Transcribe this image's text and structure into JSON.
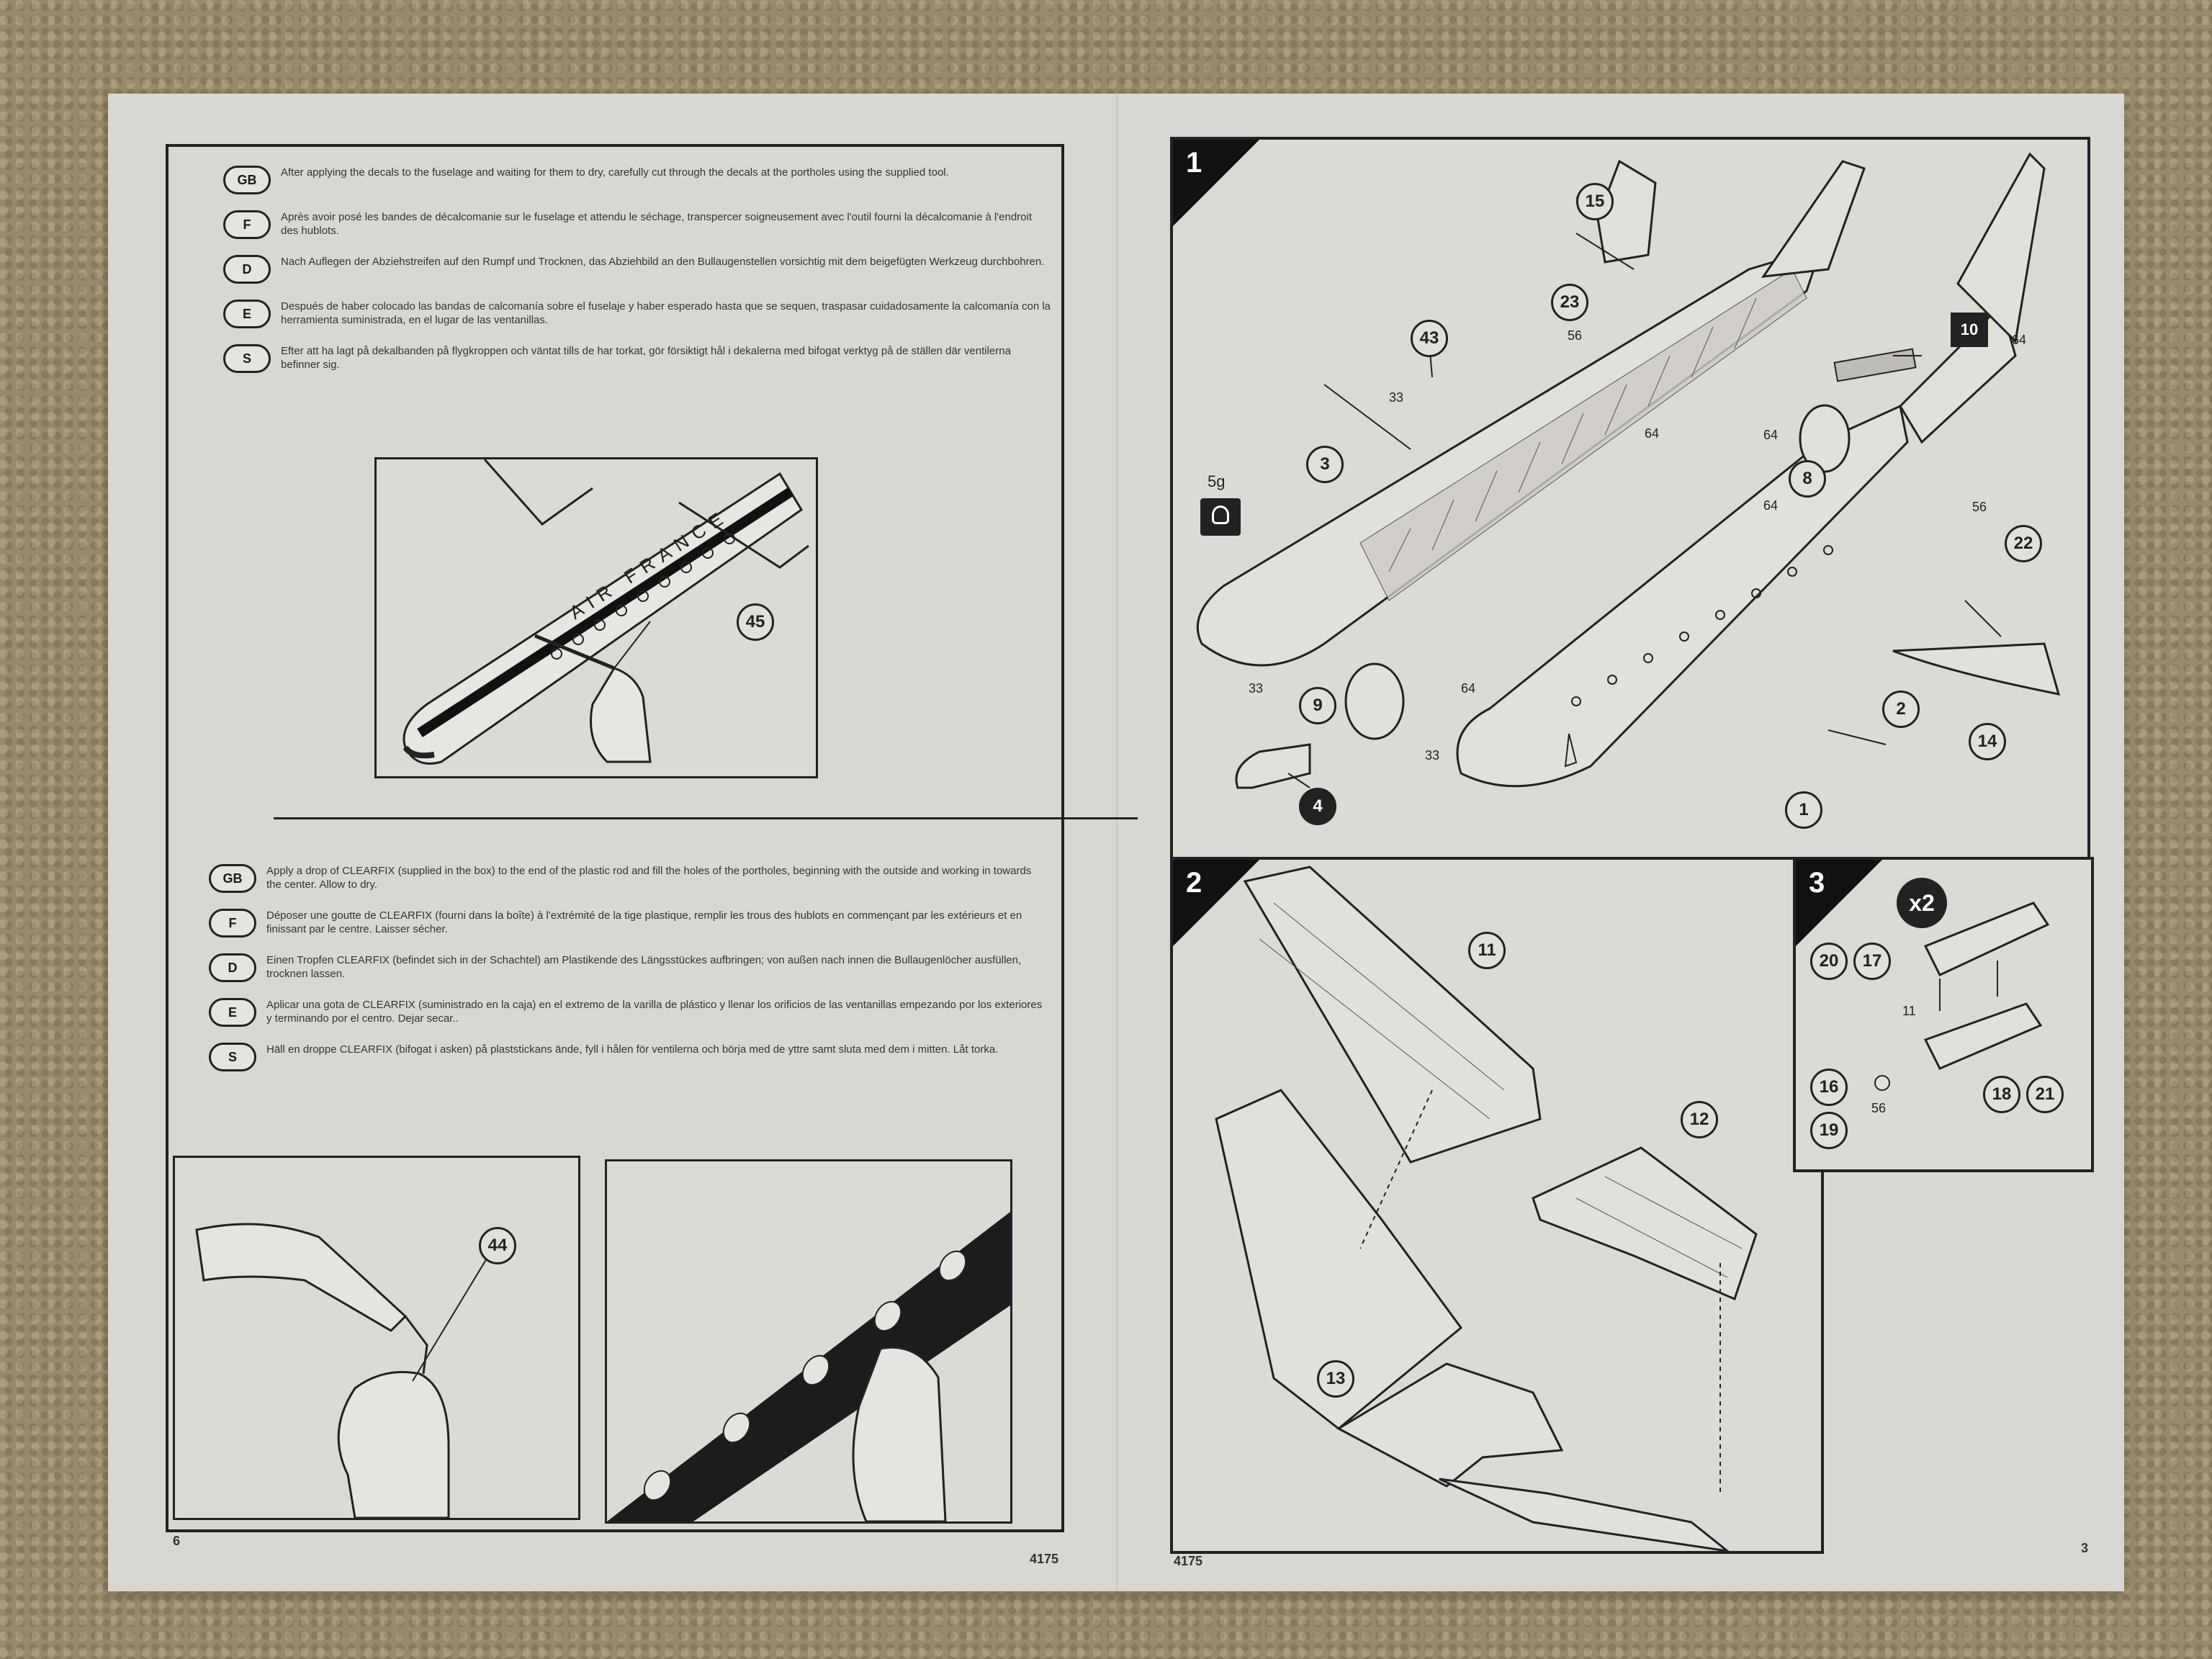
{
  "left_page": {
    "section1": [
      {
        "lang": "GB",
        "text": "After applying the decals to the fuselage and waiting for them to dry, carefully cut through the decals at the portholes using the supplied tool."
      },
      {
        "lang": "F",
        "text": "Après avoir posé les bandes de décalcomanie sur le fuselage et attendu le séchage, transpercer soigneusement avec l'outil fourni la décalcomanie à l'endroit des hublots."
      },
      {
        "lang": "D",
        "text": "Nach Auflegen der Abziehstreifen auf den Rumpf und Trocknen, das Abziehbild an den Bullaugenstellen vorsichtig mit dem beigefügten Werkzeug durchbohren."
      },
      {
        "lang": "E",
        "text": "Después de haber colocado las bandas de calcomanía sobre el fuselaje y haber esperado hasta que se sequen, traspasar cuidadosamente la calcomanía con la herramienta suministrada, en el lugar de las ventanillas."
      },
      {
        "lang": "S",
        "text": "Efter att ha lagt på dekalbanden på flygkroppen och väntat tills de har torkat, gör försiktigt hål i dekalerna med bifogat verktyg på de ställen där ventilerna befinner sig."
      }
    ],
    "fig1": {
      "decal_text": "AIR FRANCE",
      "callout": "45"
    },
    "section2": [
      {
        "lang": "GB",
        "text": "Apply a drop of CLEARFIX (supplied in the box) to the end of the plastic rod and fill the holes of the portholes, beginning with the outside and working in towards the center. Allow to dry."
      },
      {
        "lang": "F",
        "text": "Déposer une goutte de CLEARFIX (fourni dans la boîte) à l'extrémité de la tige plastique, remplir les trous des hublots en commençant par les extérieurs et en finissant par le centre. Laisser sécher."
      },
      {
        "lang": "D",
        "text": "Einen Tropfen CLEARFIX (befindet sich in der Schachtel) am Plastikende des Längsstückes aufbringen; von außen nach innen die Bullaugenlöcher ausfüllen, trocknen lassen."
      },
      {
        "lang": "E",
        "text": "Aplicar una gota de CLEARFIX (suministrado en la caja) en el extremo de la varilla de plástico y llenar los orificios de las ventanillas empezando por los exteriores y terminando por el centro. Dejar secar.."
      },
      {
        "lang": "S",
        "text": "Häll en droppe CLEARFIX (bifogat i asken) på plaststickans ände, fyll i hålen för ventilerna och börja med de yttre samt sluta med dem i mitten. Låt torka."
      }
    ],
    "fig2": {
      "callout": "44"
    },
    "page_number_left": "6",
    "kit_number": "4175"
  },
  "right_page": {
    "kit_number": "4175",
    "page_number": "3",
    "step1": {
      "number": "1",
      "weight_label": "5g",
      "callouts": [
        "15",
        "23",
        "43",
        "3",
        "10",
        "8",
        "22",
        "9",
        "2",
        "14",
        "4",
        "1"
      ],
      "small_labels": [
        "56",
        "33",
        "64",
        "64",
        "64",
        "64",
        "56",
        "33",
        "64",
        "33"
      ]
    },
    "step2": {
      "number": "2",
      "callouts": [
        "11",
        "12",
        "13"
      ]
    },
    "step3": {
      "number": "3",
      "multiplier": "x2",
      "callouts": [
        "20",
        "17",
        "16",
        "19",
        "18",
        "21"
      ],
      "small_labels": [
        "11",
        "56"
      ]
    }
  }
}
